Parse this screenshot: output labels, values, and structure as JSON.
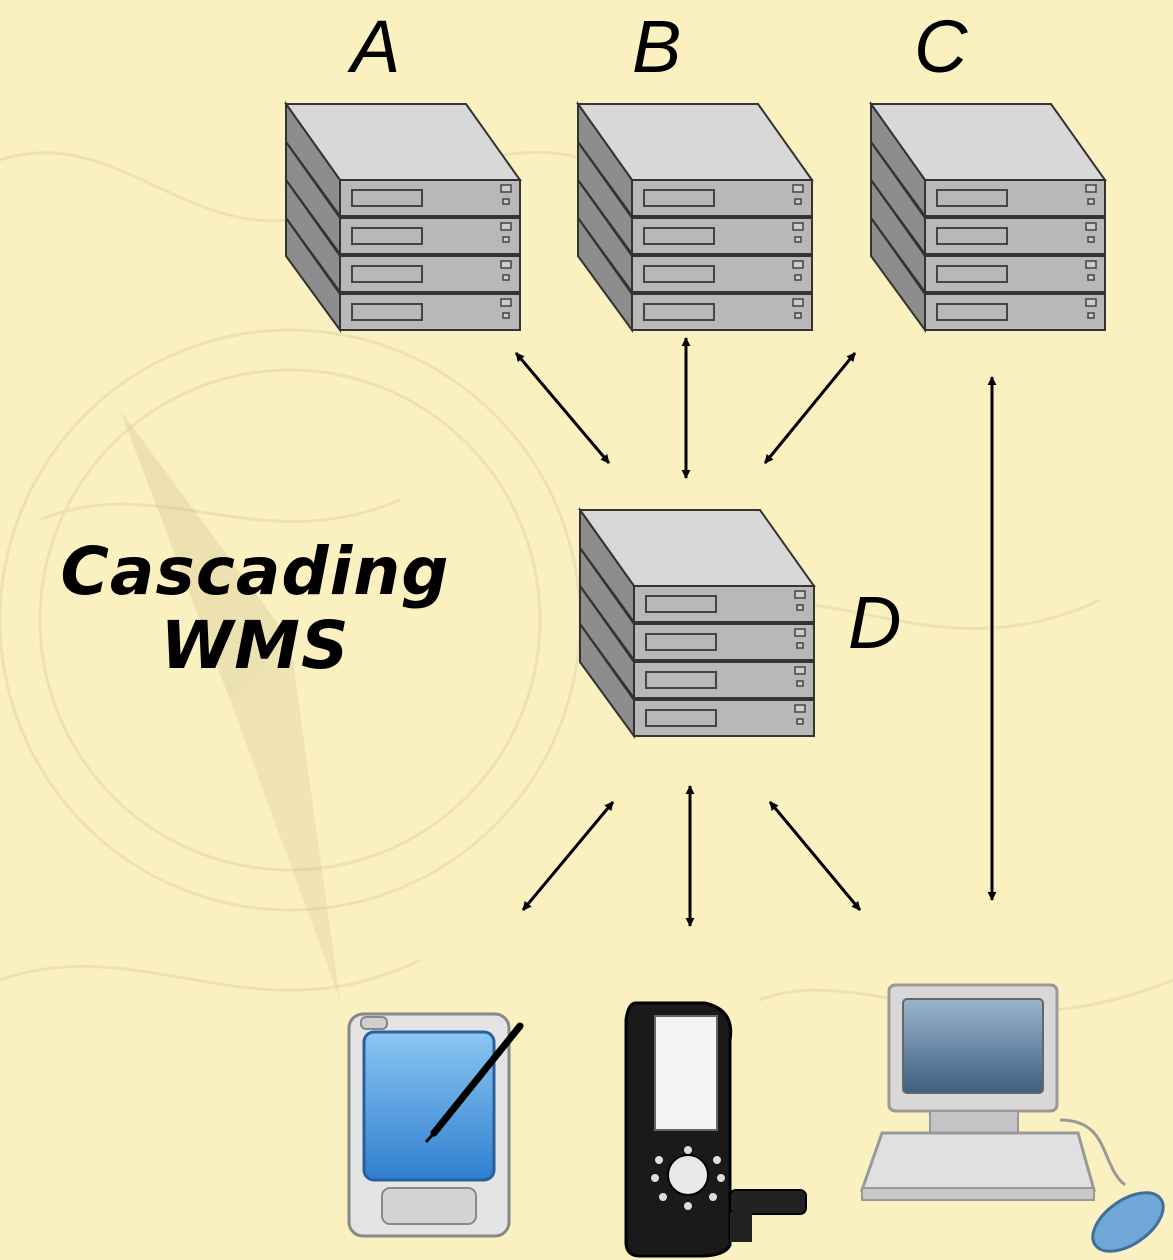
{
  "title": {
    "line1": "Cascading",
    "line2": "WMS"
  },
  "servers": [
    {
      "id": "A",
      "label": "A"
    },
    {
      "id": "B",
      "label": "B"
    },
    {
      "id": "C",
      "label": "C"
    },
    {
      "id": "D",
      "label": "D"
    }
  ],
  "clients": [
    {
      "id": "pda",
      "icon": "pda-icon"
    },
    {
      "id": "phone",
      "icon": "mobile-phone-icon"
    },
    {
      "id": "desktop",
      "icon": "desktop-computer-icon"
    }
  ],
  "colors": {
    "background": "#fbf0c0",
    "server_body": "#b9b9b9",
    "server_top": "#d6d6d6",
    "arrow": "#000000",
    "screen_blue": "#3b8fd8"
  }
}
